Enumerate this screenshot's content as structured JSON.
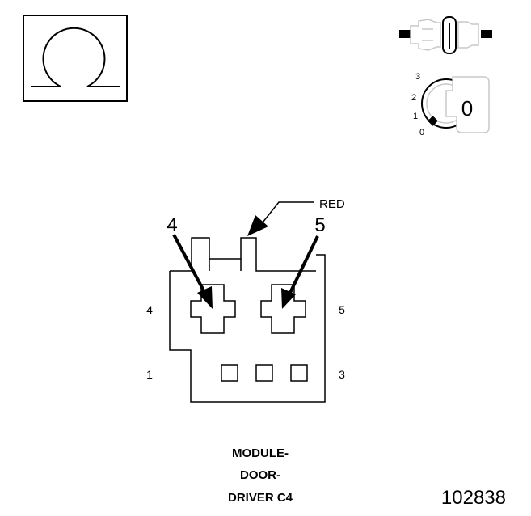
{
  "ignition": {
    "positions": [
      "3",
      "2",
      "1",
      "0"
    ],
    "key_label": "0"
  },
  "connector": {
    "wire_color": "RED",
    "callouts": [
      "4",
      "5"
    ],
    "pins_side": {
      "left_top": "4",
      "right_top": "5",
      "left_bottom": "1",
      "right_bottom": "3"
    }
  },
  "caption": {
    "line1": "MODULE-",
    "line2": "DOOR-",
    "line3": "DRIVER C4"
  },
  "figure_number": "102838",
  "colors": {
    "ink": "#000000",
    "background": "#ffffff",
    "light_gray": "#c8c8c8"
  }
}
